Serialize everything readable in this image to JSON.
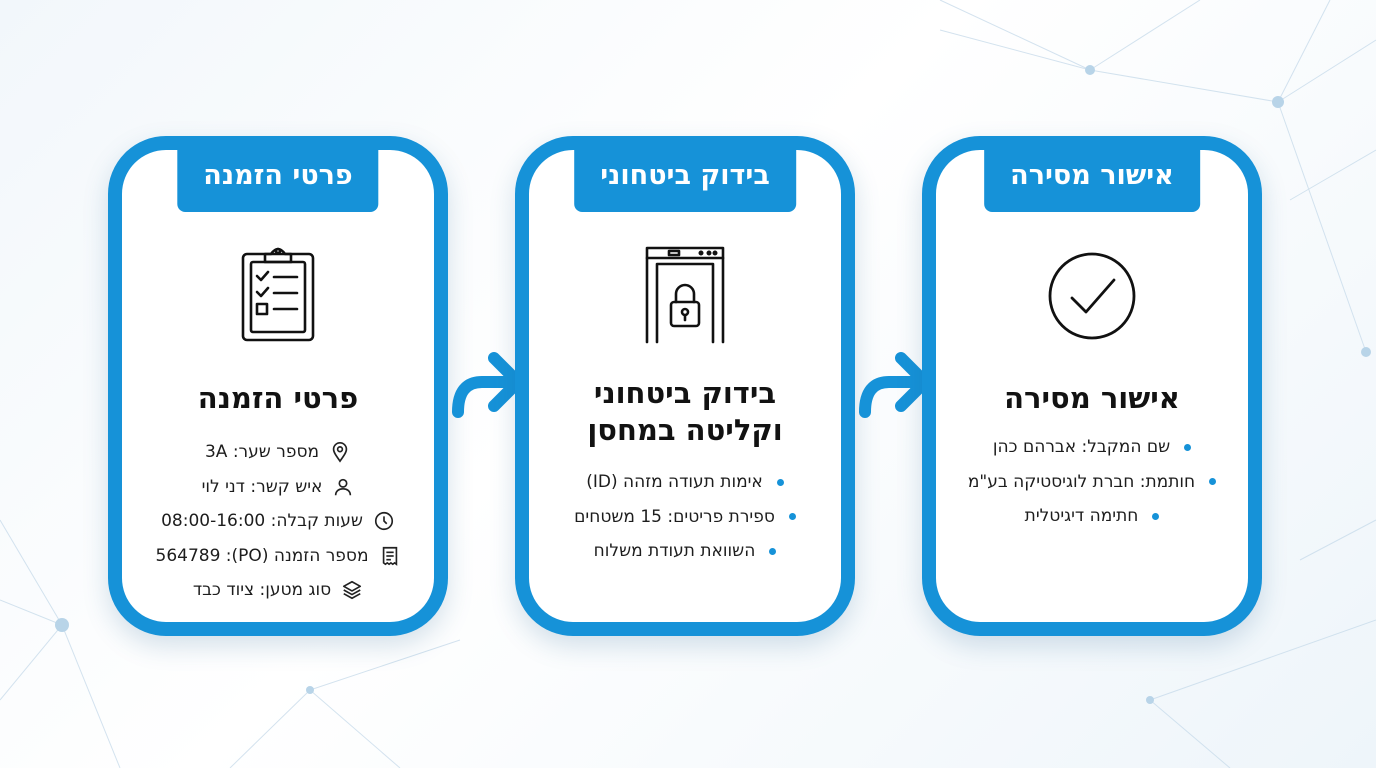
{
  "colors": {
    "accent": "#1692d8",
    "text": "#1d1d1d",
    "background": "#f2f7fb"
  },
  "steps": [
    {
      "tab": "פרטי הזמנה",
      "title": "פרטי הזמנה",
      "icon": "clipboard-checklist-icon",
      "details": [
        {
          "icon": "location-pin-icon",
          "text": "מספר שער: 3A"
        },
        {
          "icon": "user-icon",
          "text": "איש קשר: דני לוי"
        },
        {
          "icon": "clock-icon",
          "text": "שעות קבלה: 08:00-16:00"
        },
        {
          "icon": "receipt-icon",
          "text": "מספר הזמנה (PO): 564789"
        },
        {
          "icon": "layers-icon",
          "text": "סוג מטען: ציוד כבד"
        }
      ]
    },
    {
      "tab": "בידוק ביטחוני",
      "title_line1": "בידוק ביטחוני",
      "title_line2": "וקליטה במחסן",
      "icon": "security-gate-lock-icon",
      "bullets": [
        "אימות תעודה מזהה (ID)",
        "ספירת פריטים: 15 משטחים",
        "השוואת תעודת משלוח"
      ]
    },
    {
      "tab": "אישור מסירה",
      "title": "אישור מסירה",
      "icon": "check-circle-icon",
      "bullets": [
        "שם המקבל: אברהם כהן",
        "חותמת: חברת לוגיסטיקה בע\"מ",
        "חתימה דיגיטלית"
      ]
    }
  ]
}
